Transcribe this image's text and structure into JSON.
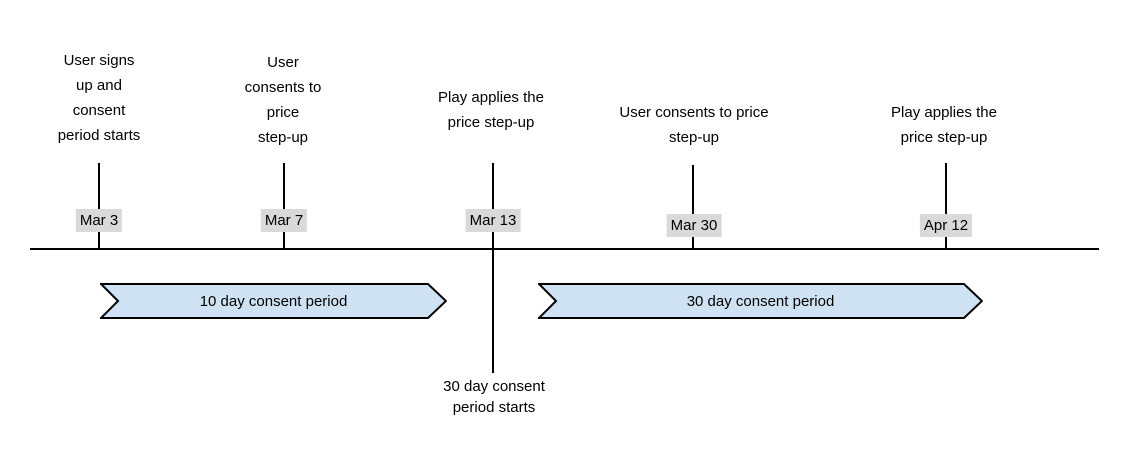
{
  "timeline": {
    "events": [
      {
        "date": "Mar 3",
        "label": "User signs\nup and\nconsent\nperiod starts"
      },
      {
        "date": "Mar 7",
        "label": "User\nconsents to\nprice\nstep-up"
      },
      {
        "date": "Mar 13",
        "label": "Play applies the\nprice step-up"
      },
      {
        "date": "Mar 30",
        "label": "User consents to price\nstep-up"
      },
      {
        "date": "Apr 12",
        "label": "Play applies the\nprice step-up"
      }
    ],
    "periods": [
      {
        "label": "10 day consent period"
      },
      {
        "label": "30 day consent period"
      }
    ],
    "footnote": "30 day consent\nperiod starts",
    "colors": {
      "period_fill": "#cfe2f3",
      "period_border": "#000000",
      "date_chip_bg": "#d9d9d9",
      "axis_line": "#000000",
      "text": "#000000"
    }
  }
}
